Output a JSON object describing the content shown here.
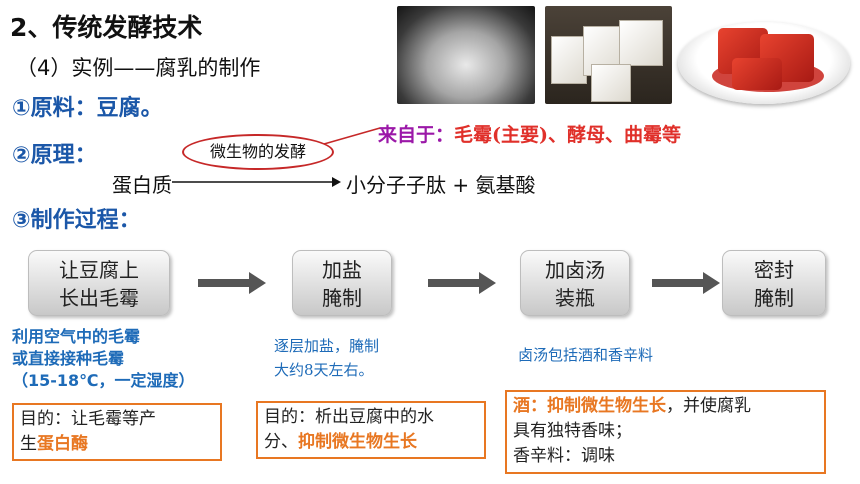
{
  "header": {
    "title": "2、传统发酵技术",
    "subtitle": "（4）实例——腐乳的制作"
  },
  "raw_material": "①原料：豆腐。",
  "principle": {
    "label": "②原理：",
    "bubble": "微生物的发酵",
    "source_label": "来自于：",
    "source_value": "毛霉(主要)、酵母、曲霉等",
    "reactant": "蛋白质",
    "products": "小分子子肽 + 氨基酸"
  },
  "process": {
    "label": "③制作过程：",
    "steps": [
      {
        "line1": "让豆腐上",
        "line2": "长出毛霉"
      },
      {
        "line1": "加盐",
        "line2": "腌制"
      },
      {
        "line1": "加卤汤",
        "line2": "装瓶"
      },
      {
        "line1": "密封",
        "line2": "腌制"
      }
    ],
    "notes": {
      "step1": [
        "利用空气中的毛霉",
        "或直接接种毛霉",
        "（15-18℃，一定湿度）"
      ],
      "step2": [
        "逐层加盐，腌制",
        "大约8天左右。"
      ],
      "step3": "卤汤包括酒和香辛料"
    },
    "boxes": {
      "box1": {
        "line1": "目的：让毛霉等产",
        "line2_prefix": "生",
        "line2_highlight": "蛋白酶"
      },
      "box2": {
        "line1": "目的：析出豆腐中的水",
        "line2_prefix": "分、",
        "line2_highlight": "抑制微生物生长"
      },
      "box3": {
        "line1_highlight": "酒：抑制微生物生长",
        "line1_suffix": "，并使腐乳",
        "line2": "具有独特香味；",
        "line3": "香辛料：调味"
      }
    }
  },
  "colors": {
    "heading_blue": "#1b57a8",
    "note_blue": "#1e6bb8",
    "highlight_orange": "#e87722",
    "source_purple": "#9b18a8",
    "source_red": "#e0302a"
  }
}
